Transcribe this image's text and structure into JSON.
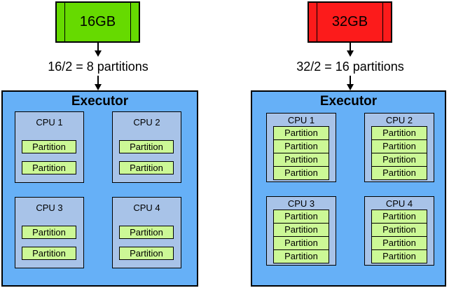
{
  "colors": {
    "memory_16gb_fill": "#66da00",
    "memory_32gb_fill": "#fc1b1b",
    "executor_fill": "#66b0f7",
    "cpu_fill": "#a8c3e8",
    "partition_fill": "#ccf896",
    "border": "#000000",
    "background": "#ffffff"
  },
  "diagram": {
    "left": {
      "memory_label": "16GB",
      "caption": "16/2 = 8 partitions",
      "executor": {
        "title": "Executor",
        "cpus": [
          {
            "label": "CPU 1",
            "partitions": [
              "Partition",
              "Partition"
            ]
          },
          {
            "label": "CPU 2",
            "partitions": [
              "Partition",
              "Partition"
            ]
          },
          {
            "label": "CPU 3",
            "partitions": [
              "Partition",
              "Partition"
            ]
          },
          {
            "label": "CPU 4",
            "partitions": [
              "Partition",
              "Partition"
            ]
          }
        ]
      }
    },
    "right": {
      "memory_label": "32GB",
      "caption": "32/2 = 16 partitions",
      "executor": {
        "title": "Executor",
        "cpus": [
          {
            "label": "CPU 1",
            "partitions": [
              "Partition",
              "Partition",
              "Partition",
              "Partition"
            ]
          },
          {
            "label": "CPU 2",
            "partitions": [
              "Partition",
              "Partition",
              "Partition",
              "Partition"
            ]
          },
          {
            "label": "CPU 3",
            "partitions": [
              "Partition",
              "Partition",
              "Partition",
              "Partition"
            ]
          },
          {
            "label": "CPU 4",
            "partitions": [
              "Partition",
              "Partition",
              "Partition",
              "Partition"
            ]
          }
        ]
      }
    }
  }
}
